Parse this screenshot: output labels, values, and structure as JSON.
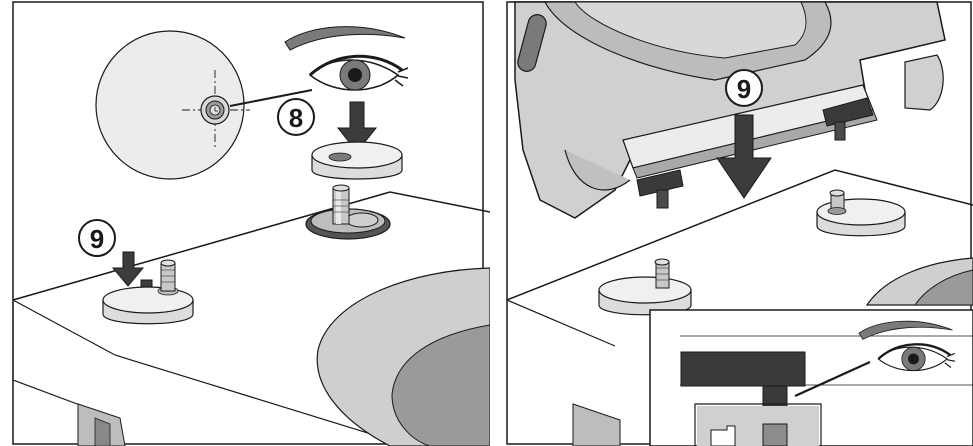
{
  "steps": {
    "eight": "8",
    "nine_left": "9",
    "nine_right": "9"
  },
  "colors": {
    "outline": "#1a1a1a",
    "surface_light": "#eeeeee",
    "surface_mid": "#d6d6d6",
    "surface_dark": "#a9a9a9",
    "surface_darker": "#8c8c8c",
    "part_dark": "#3a3a3a",
    "arrow": "#3c3c3c"
  },
  "icons": [
    "eye-icon",
    "down-arrow-icon",
    "detail-circle",
    "detail-inset"
  ]
}
